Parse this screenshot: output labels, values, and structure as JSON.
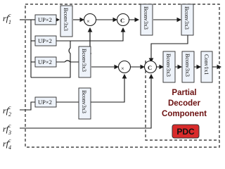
{
  "inputs": {
    "rf1": "rf",
    "rf1_sub": "1",
    "rf2": "rf",
    "rf2_sub": "2",
    "rf3": "rf",
    "rf3_sub": "3",
    "rf4": "rf",
    "rf4_sub": "4",
    "sup": "c"
  },
  "blocks": {
    "up": "UP×2",
    "bconv": "Bconv3x3",
    "conv": "Conv1x1"
  },
  "ops": {
    "multiply": "×",
    "concat": "C"
  },
  "component": {
    "line1": "Partial",
    "line2": "Decoder",
    "line3": "Component",
    "badge": "PDC"
  },
  "colors": {
    "block_fill": "#eef3fa",
    "badge_fill": "#d92b2b",
    "title_color": "#6b1010"
  }
}
